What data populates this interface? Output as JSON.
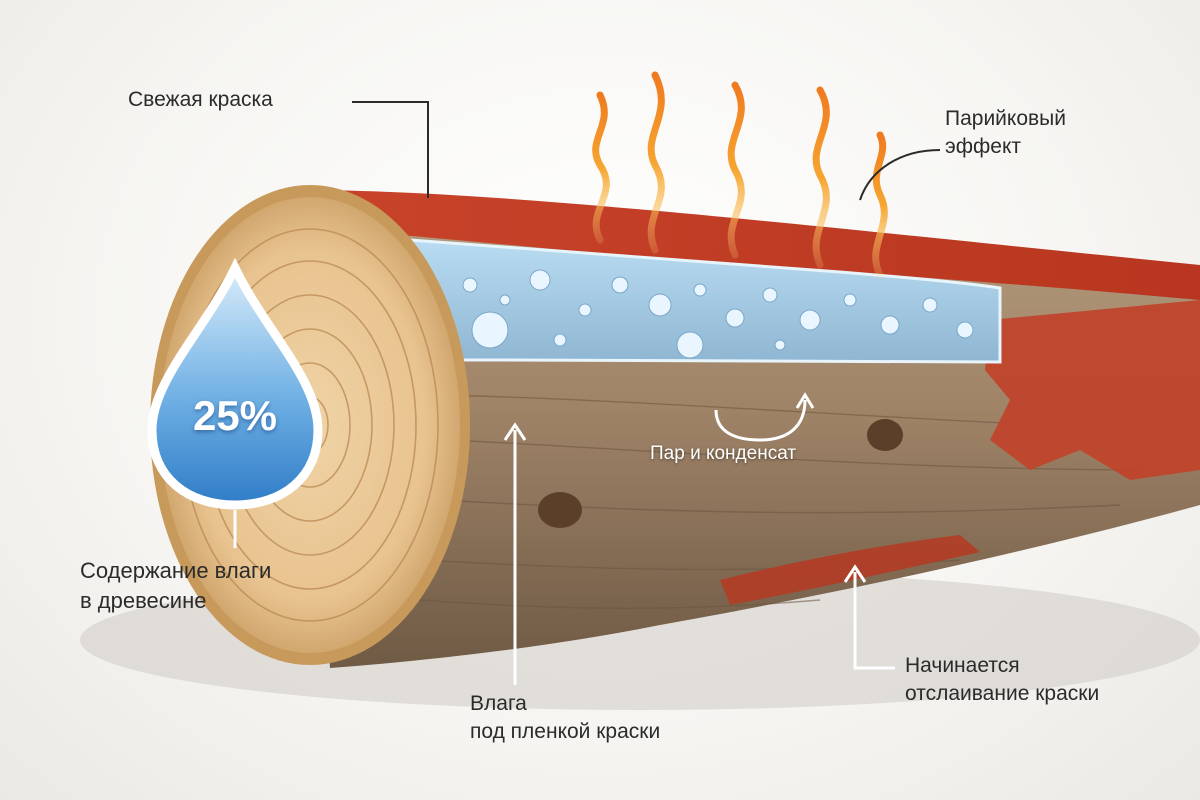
{
  "labels": {
    "fresh_paint": "Свежая краска",
    "sauna_effect": [
      "Парийковый",
      "эффект"
    ],
    "moisture_content": [
      "Содержание влаги",
      "в древесине"
    ],
    "moisture_under_film": [
      "Влага",
      "под пленкой краски"
    ],
    "steam_condensate": "Пар и конденсат",
    "peeling_starts": [
      "Начинается",
      "отслаивание краски"
    ]
  },
  "moisture_drop": {
    "value": "25%"
  },
  "colors": {
    "paint": "#c8432a",
    "wood_end": "#e8c38f",
    "wood_bark": "#9a7f63",
    "water": "#8fc1e6",
    "steam": "#f39a2c"
  }
}
